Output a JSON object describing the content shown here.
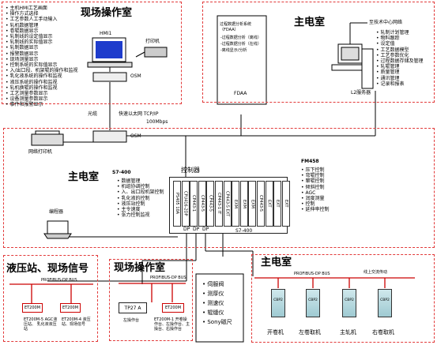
{
  "top_left": {
    "title": "现场操作室",
    "list": [
      "主机HMI工艺画面",
      "操作方式选择",
      "工艺参数人工手动输入",
      "轧机数据管理",
      "卷辊数据显示",
      "轧制线的设定值显示",
      "轧制线的实际值显示",
      "轧制数据显示",
      "报警数据显示",
      "现场测量显示",
      "控制系统的实际值显示",
      "入/出口段、机架辊的操作和监视",
      "乳化液系统的操作和监视",
      "液压系统的操作和监视",
      "轧机换辊的操作和监视",
      "工艺测量参数显示",
      "设备测量参数显示",
      "事件和报警显示"
    ],
    "hmi_label": "HMI1",
    "printer_label": "打印机",
    "osm_label": "OSM"
  },
  "top_right": {
    "title": "主电室",
    "fdaa_title": "过程数据分析系统（FDAA）",
    "fdaa_items": [
      "-过程数据分析（离线）",
      "-过程数据分析（在线）",
      "-离线显示/分析"
    ],
    "fdaa_label": "FDAA",
    "network_label": "至技术中心网络",
    "list": [
      "轧制计划管理",
      "物料跟踪",
      "设定值",
      "工艺数据模型",
      "工艺参数优化",
      "过程数据存储及管理",
      "轧辊管理",
      "质量管理",
      "通讯管理",
      "记录和报表"
    ],
    "server_label": "L2服务器"
  },
  "network": {
    "fiber_label": "光缆",
    "ethernet_label": "快速以太网  TCP/IP",
    "speed_label": "100Mbps",
    "osm_label": "OSM",
    "net_printer_label": "网络打印机"
  },
  "middle": {
    "title": "主电室",
    "s7_title": "S7-400",
    "s7_list": [
      "数据管理",
      "机组协调控制",
      "入、出口段机架控制",
      "乳化液的控制",
      "液压站控制",
      "主令速度",
      "张力控制监视"
    ],
    "controller_label": "控制器",
    "fm458_title": "FM458",
    "fm458_list": [
      "压下控制",
      "弯辊控制",
      "窜辊控制",
      "倾斜控制",
      "AGC",
      "润度测量",
      "控制",
      "延伸率控制"
    ],
    "rack_slots": [
      "PS405 10A",
      "CPU416-2DP",
      "CP443-1",
      "CP443-5",
      "CP443-5",
      "CP443-1 IT",
      "CP443-5 EXT",
      "EXM",
      "EXM",
      "EXM",
      "CP443-5",
      "EXT",
      "EXT",
      "EXT"
    ],
    "rack_caption": "S7-400",
    "programmer_label": "编程器",
    "sub_slot_labels": [
      "DP",
      "DP",
      "DP"
    ]
  },
  "bottom": {
    "hydraulic": {
      "title": "液压站、现场信号",
      "bus_label": "PROFIBUS-DP BUS",
      "mod1": "ET200M",
      "mod2": "ET200M",
      "desc1": "ET200M-5 AGC液压站、 乳化液液压站",
      "desc2": "ET200M-4 液压站、现场信号"
    },
    "field": {
      "title": "现场操作室",
      "bus_label": "PROFIBUS-DP BUS",
      "panel": "TP27 A",
      "mod": "ET200M",
      "desc1": "左操作台",
      "desc2": "ET200M-1 开卷操作台、左操作台、主操台、右操作台"
    },
    "sensors": [
      "伺服阀",
      "测厚仪",
      "测速仪",
      "辊缝仪",
      "Sony磁尺"
    ],
    "main_room": {
      "title": "主电室",
      "bus_label": "PROFIBUS-DP BUS",
      "bus_note": "线上交流传动",
      "drives": [
        "CBP2",
        "CBP2",
        "CBP2",
        "CBP2"
      ],
      "drive_names": [
        "开卷机",
        "左卷取机",
        "主轧机",
        "右卷取机"
      ]
    }
  }
}
